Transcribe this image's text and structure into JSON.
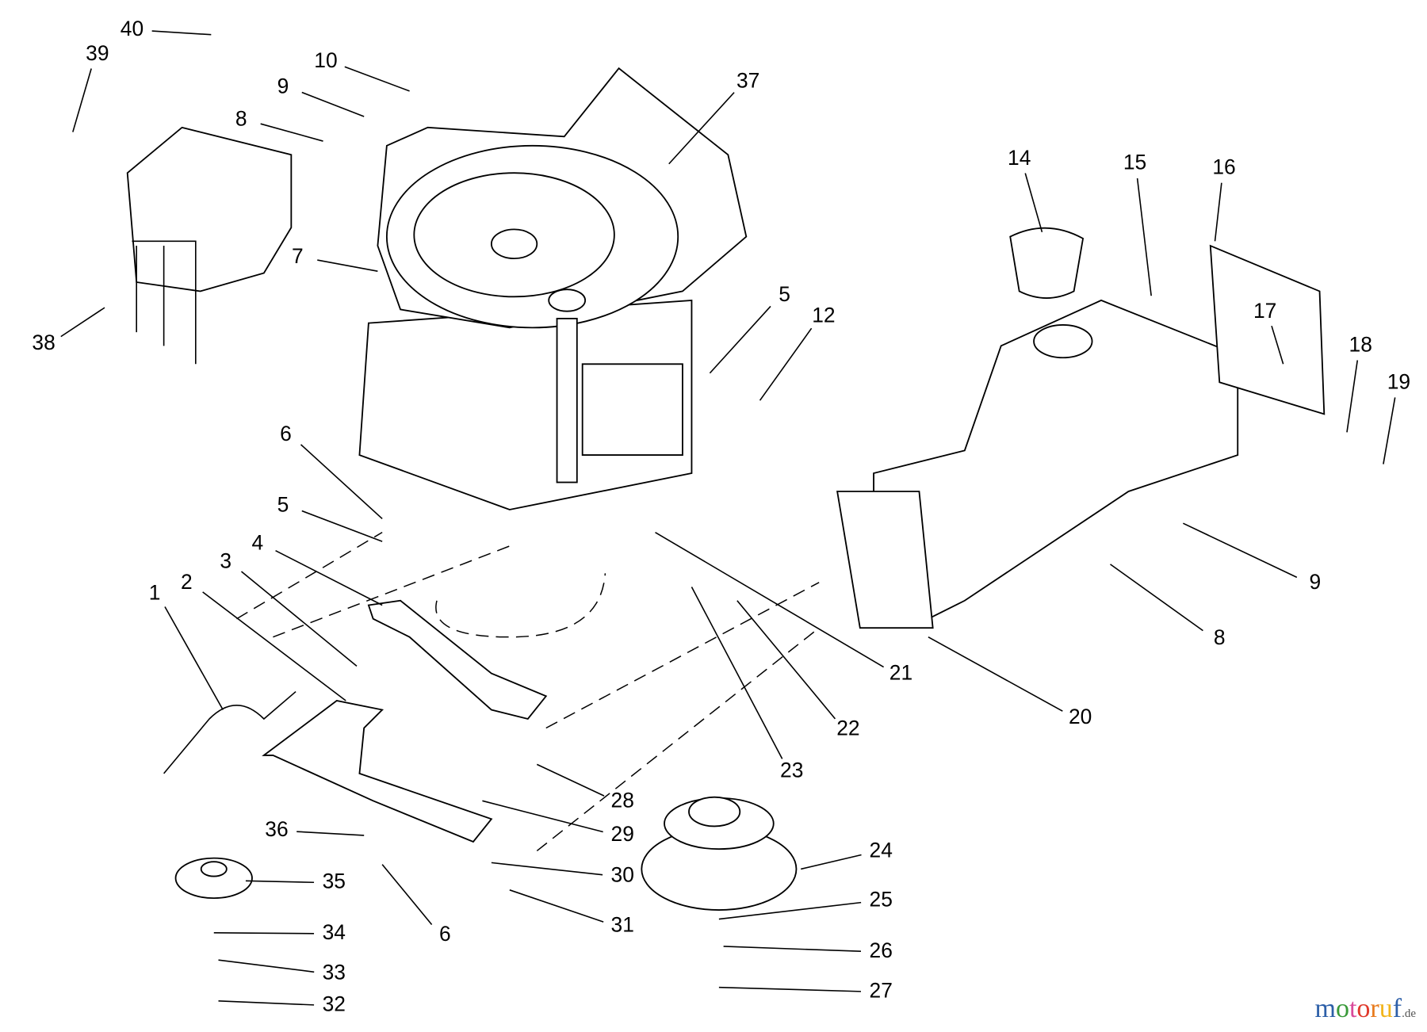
{
  "diagram": {
    "part_labels": [
      "40",
      "39",
      "10",
      "9",
      "37",
      "8",
      "7",
      "38",
      "14",
      "15",
      "16",
      "5",
      "12",
      "17",
      "18",
      "19",
      "6",
      "5",
      "4",
      "3",
      "2",
      "1",
      "9",
      "8",
      "21",
      "20",
      "22",
      "23",
      "28",
      "29",
      "24",
      "36",
      "30",
      "35",
      "25",
      "6",
      "31",
      "34",
      "26",
      "33",
      "27",
      "32"
    ]
  },
  "watermark": {
    "name": "motoruf",
    "suffix": ".de",
    "colors": [
      "#2d5fa8",
      "#3a9a3a",
      "#d94a9a",
      "#e0392b",
      "#e87b1e",
      "#f2b51c"
    ]
  }
}
